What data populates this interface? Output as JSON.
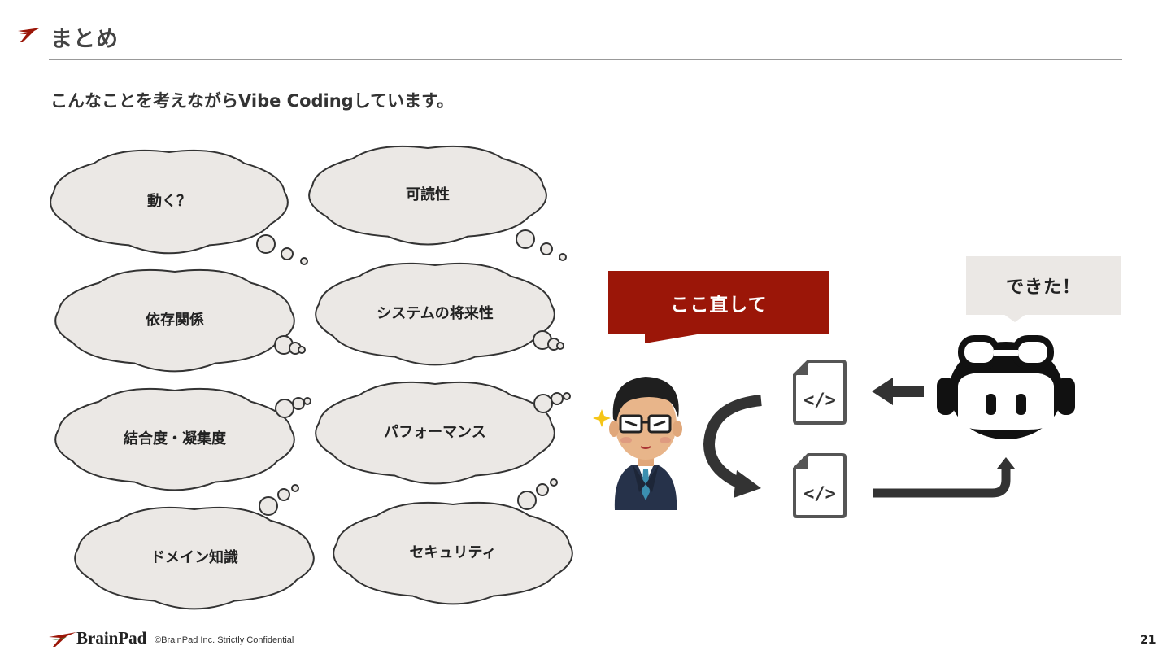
{
  "slide": {
    "title": "まとめ",
    "subtitle": "こんなことを考えながらVibe Codingしています。",
    "accent_color": "#9b1608"
  },
  "thoughts": [
    {
      "label": "動く？"
    },
    {
      "label": "可読性"
    },
    {
      "label": "依存関係"
    },
    {
      "label": "システムの将来性"
    },
    {
      "label": "結合度・凝集度"
    },
    {
      "label": "パフォーマンス"
    },
    {
      "label": "ドメイン知識"
    },
    {
      "label": "セキュリティ"
    }
  ],
  "workflow": {
    "human_callout": "ここ直して",
    "ai_callout": "できた！",
    "icons": [
      "businessman-icon",
      "code-file-icon",
      "ai-robot-icon"
    ]
  },
  "footer": {
    "logo_text": "BrainPad",
    "copyright": "©BrainPad Inc.  Strictly Confidential",
    "page_number": "21"
  }
}
